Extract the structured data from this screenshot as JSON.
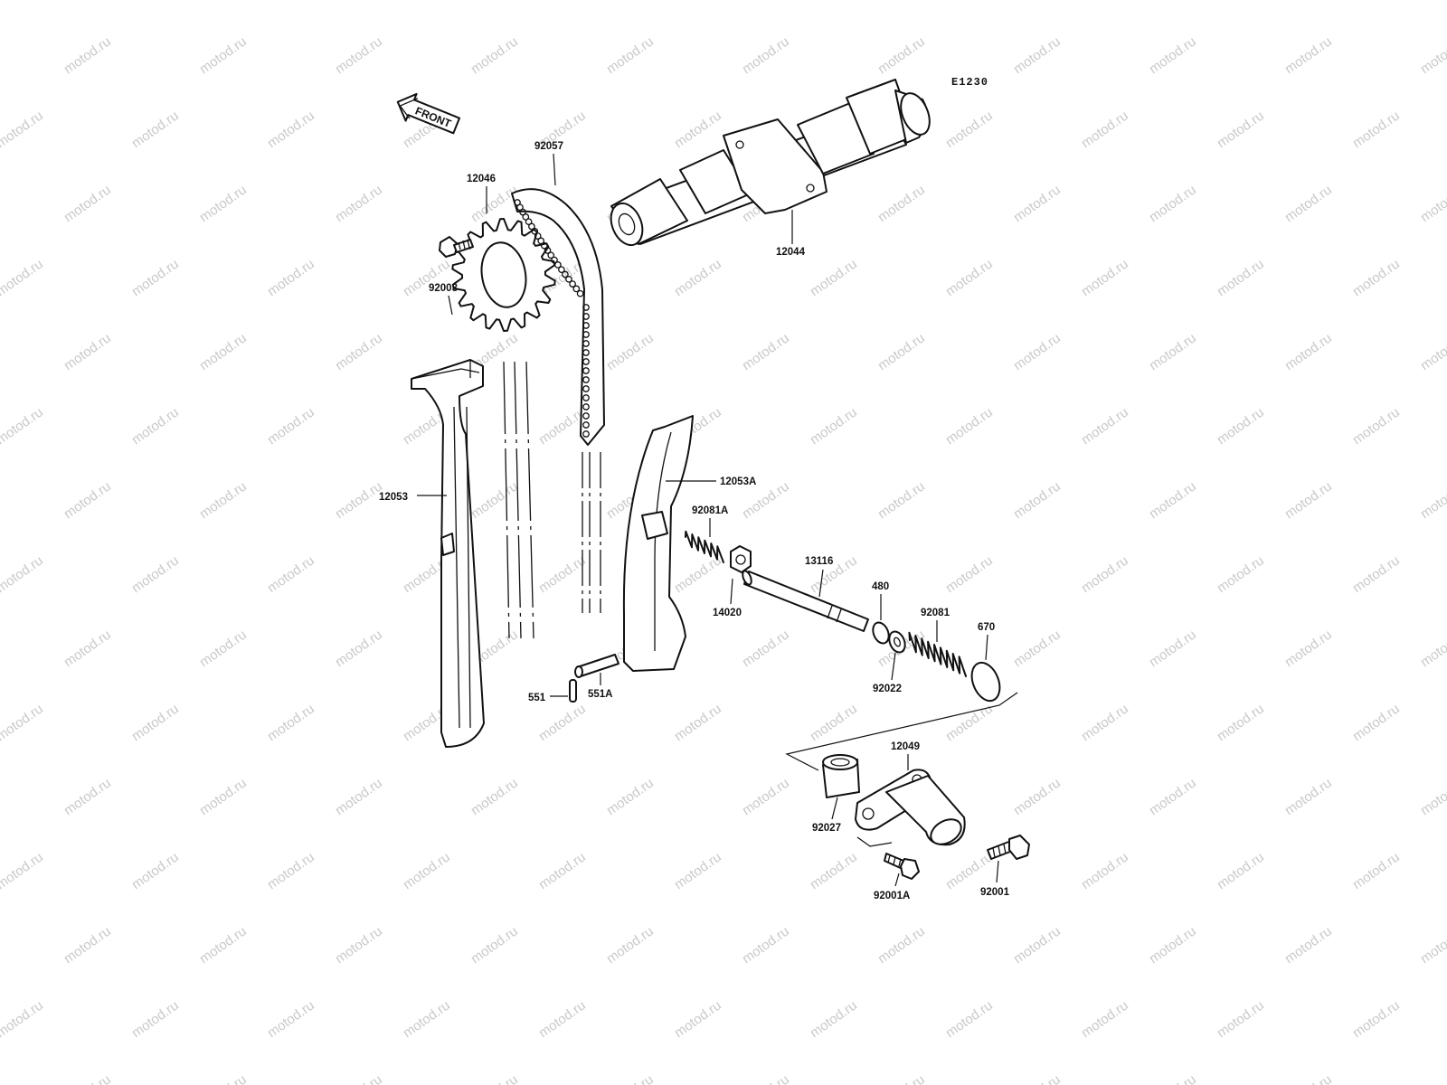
{
  "diagram": {
    "code": "E1230",
    "front_label": "FRONT",
    "watermark": "motod.ru",
    "callouts": [
      {
        "id": "c-92057",
        "text": "92057"
      },
      {
        "id": "c-12046",
        "text": "12046"
      },
      {
        "id": "c-12044",
        "text": "12044"
      },
      {
        "id": "c-92003",
        "text": "92003"
      },
      {
        "id": "c-12053",
        "text": "12053"
      },
      {
        "id": "c-12053A",
        "text": "12053A"
      },
      {
        "id": "c-92081A",
        "text": "92081A"
      },
      {
        "id": "c-13116",
        "text": "13116"
      },
      {
        "id": "c-14020",
        "text": "14020"
      },
      {
        "id": "c-480",
        "text": "480"
      },
      {
        "id": "c-92081",
        "text": "92081"
      },
      {
        "id": "c-670",
        "text": "670"
      },
      {
        "id": "c-92022",
        "text": "92022"
      },
      {
        "id": "c-551",
        "text": "551"
      },
      {
        "id": "c-551A",
        "text": "551A"
      },
      {
        "id": "c-12049",
        "text": "12049"
      },
      {
        "id": "c-92027",
        "text": "92027"
      },
      {
        "id": "c-92001A",
        "text": "92001A"
      },
      {
        "id": "c-92001",
        "text": "92001"
      }
    ]
  }
}
